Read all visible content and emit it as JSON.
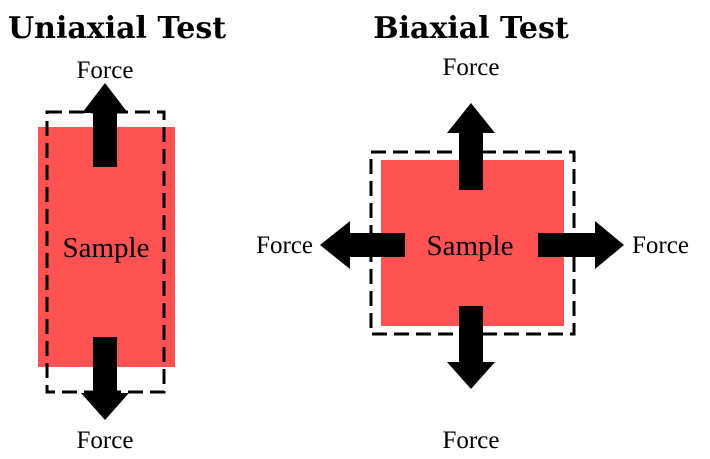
{
  "uniaxial": {
    "title": "Uniaxial Test",
    "sample_label": "Sample",
    "force_top_label": "Force",
    "force_bottom_label": "Force"
  },
  "biaxial": {
    "title": "Biaxial Test",
    "sample_label": "Sample",
    "force_top_label": "Force",
    "force_bottom_label": "Force",
    "force_left_label": "Force",
    "force_right_label": "Force"
  },
  "colors": {
    "sample_fill": "#ff5252",
    "arrow": "#000000",
    "outline": "#000000"
  },
  "icons": {
    "force_arrow": "thick-block-arrow",
    "specimen_outline": "dashed-rectangle"
  }
}
